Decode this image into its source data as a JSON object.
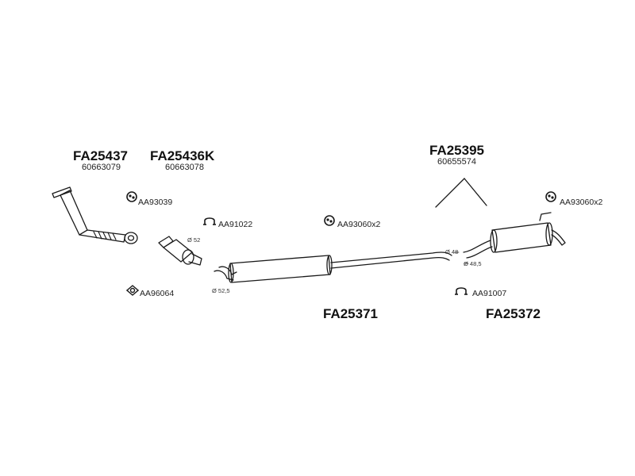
{
  "parts": {
    "front_pipe": {
      "code": "FA25437",
      "oe": "60663079"
    },
    "catalyst": {
      "code": "FA25436K",
      "oe": "60663078"
    },
    "kit": {
      "code": "FA25395",
      "oe": "60655574"
    },
    "middle_silencer": {
      "code": "FA25371"
    },
    "rear_silencer": {
      "code": "FA25372"
    }
  },
  "accessories": {
    "clamp_rubber_1": "AA93039",
    "clamp_1": "AA91022",
    "rubber_x2_mid": "AA93060x2",
    "rubber_x2_rear": "AA93060x2",
    "gasket": "AA96064",
    "clamp_2": "AA91007"
  },
  "dimensions": {
    "d52": "Ø 52",
    "d52_5": "Ø 52,5",
    "d48": "Ø 48",
    "d48_5": "Ø 48,5"
  },
  "icons": {
    "rubber_hanger": "rubber-hanger-icon",
    "clamp": "clamp-icon",
    "gasket": "gasket-icon"
  },
  "colors": {
    "line": "#1a1a1a",
    "background": "#ffffff"
  }
}
